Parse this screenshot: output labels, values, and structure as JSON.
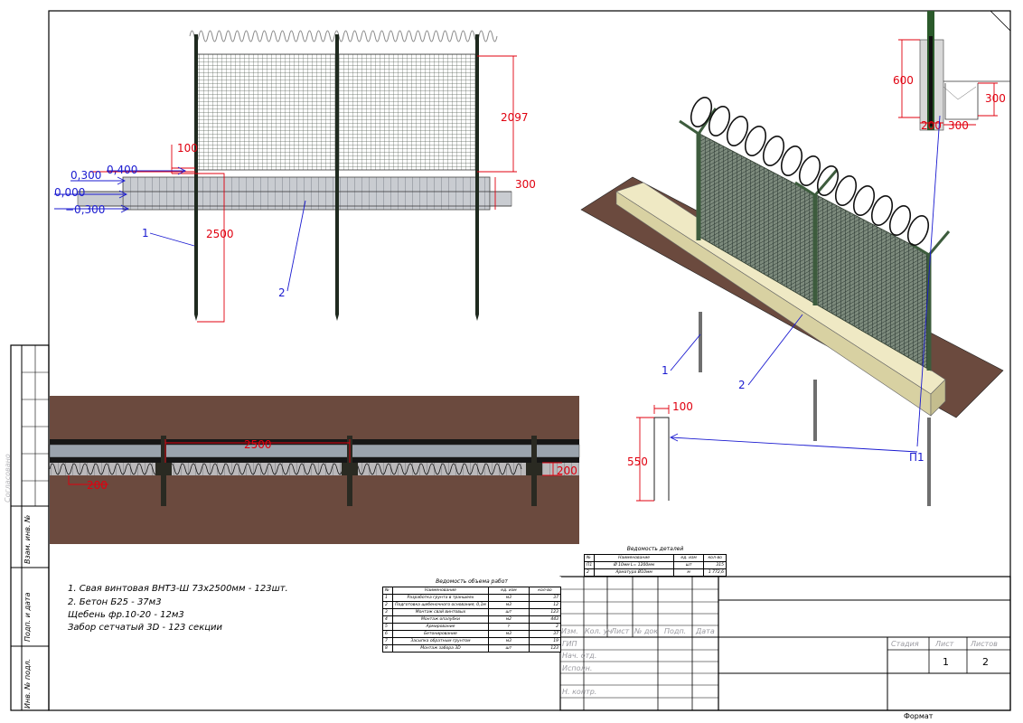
{
  "front_view": {
    "levels": [
      "0,400",
      "0,300",
      "0,000",
      "−0,300"
    ],
    "dims": {
      "height": "2097",
      "footing": "300",
      "offset": "100",
      "pile": "2500"
    },
    "leaders": [
      "1",
      "2"
    ]
  },
  "plan_view": {
    "dims": {
      "span": "2500",
      "width": "200",
      "offset": "200"
    }
  },
  "section_detail": {
    "dims": {
      "depth": "600",
      "trench_h": "300",
      "trench_w": "300",
      "pile_w": "200"
    }
  },
  "iso_view": {
    "leaders": [
      "1",
      "2",
      "П1"
    ]
  },
  "rebar_detail": {
    "dims": {
      "width": "100",
      "length": "550"
    }
  },
  "notes": [
    "1. Свая винтовая ВНТ3-Ш 73x2500мм - 123шт.",
    "2. Бетон Б25 - 37м3",
    "Щебень фр.10-20 - 12м3",
    "Забор сетчатый 3D - 123 секции"
  ],
  "details_table": {
    "caption": "Ведомость деталей",
    "headers": [
      "№",
      "Наименование",
      "ед. изм",
      "кол-во"
    ],
    "rows": [
      [
        "П1",
        "Ø 10мм L= 1200мм",
        "шт",
        "315"
      ],
      [
        "2",
        "Арматура Ø10мм",
        "м",
        "1 772,6"
      ]
    ]
  },
  "works_table": {
    "caption": "Ведомость объема работ",
    "headers": [
      "№",
      "Наименование",
      "ед. изм",
      "кол-во"
    ],
    "rows": [
      [
        "1",
        "Разработка грунта в траншеях",
        "м3",
        "37"
      ],
      [
        "2",
        "Подготовка щебеночного основания, 0,1м",
        "м3",
        "12"
      ],
      [
        "3",
        "Монтаж свай винтовых",
        "шт",
        "123"
      ],
      [
        "4",
        "Монтаж опалубки",
        "м2",
        "443"
      ],
      [
        "5",
        "Армирование",
        "т",
        "2"
      ],
      [
        "6",
        "Бетонирование",
        "м3",
        "37"
      ],
      [
        "7",
        "Засыпка обратным грунтом",
        "м3",
        "19"
      ],
      [
        "8",
        "Монтаж забора 3D",
        "шт",
        "123"
      ]
    ]
  },
  "title_block": {
    "rev_headers": [
      "Изм.",
      "Кол. уч",
      "Лист",
      "№ док",
      "Подп.",
      "Дата"
    ],
    "roles": [
      "ГИП",
      "Нач. отд.",
      "Исполн.",
      "Н. контр."
    ],
    "stage_label": "Стадия",
    "sheet_label": "Лист",
    "sheets_label": "Листов",
    "sheet_value": "1",
    "sheets_value": "2",
    "format_label": "Формат"
  },
  "side_stamp": {
    "labels": [
      "Инв. № подл.",
      "Подп. и дата",
      "Взам. инв. №",
      "Согласовано"
    ]
  },
  "colors": {
    "dimension": "#e0000f",
    "leader": "#1a1ad0",
    "ground": "#6b4a3e",
    "concrete": "#efe9c4",
    "post": "#3d5c3d",
    "mesh": "#2d3a2d"
  }
}
